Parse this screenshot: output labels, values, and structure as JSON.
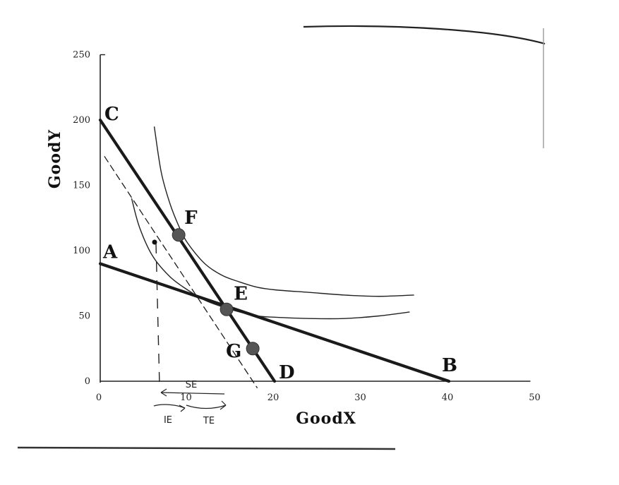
{
  "chart_data": {
    "type": "line",
    "xlabel": "GoodX",
    "ylabel": "GoodY",
    "xlim": [
      0,
      50
    ],
    "ylim": [
      0,
      250
    ],
    "xticks": [
      0,
      10,
      20,
      30,
      40,
      50
    ],
    "yticks": [
      0,
      50,
      100,
      150,
      200,
      250
    ],
    "grid": false,
    "budget_lines": [
      {
        "from": "A",
        "to": "B",
        "x": [
          0,
          40
        ],
        "y": [
          90,
          0
        ],
        "style": "solid-thick"
      },
      {
        "from": "C",
        "to": "D",
        "x": [
          0,
          20
        ],
        "y": [
          200,
          0
        ],
        "style": "solid-thick"
      },
      {
        "x": [
          0.5,
          18
        ],
        "y": [
          172,
          -5
        ],
        "style": "dashed"
      }
    ],
    "indifference_curves": [
      {
        "x": [
          6.2,
          7,
          8,
          9,
          10,
          12,
          14,
          16,
          18,
          20,
          24,
          28,
          32,
          36
        ],
        "y": [
          195,
          160,
          136,
          119,
          106,
          90,
          81,
          76,
          72,
          70,
          68,
          66,
          65,
          66
        ]
      },
      {
        "x": [
          3.6,
          4.5,
          6,
          8,
          10,
          12,
          14,
          16,
          18,
          20,
          24,
          28,
          32,
          35.5
        ],
        "y": [
          140,
          118,
          96,
          80,
          70,
          62,
          57,
          53,
          50,
          49,
          48,
          48,
          50,
          53
        ]
      }
    ],
    "points": [
      {
        "label": "A",
        "x": 0,
        "y": 90
      },
      {
        "label": "B",
        "x": 40,
        "y": 0
      },
      {
        "label": "C",
        "x": 0,
        "y": 200
      },
      {
        "label": "D",
        "x": 20,
        "y": 0
      },
      {
        "label": "E",
        "x": 14.5,
        "y": 55
      },
      {
        "label": "F",
        "x": 9,
        "y": 112
      },
      {
        "label": "G",
        "x": 17.5,
        "y": 25
      }
    ],
    "annotations": [
      {
        "text": "SE"
      },
      {
        "text": "IE"
      },
      {
        "text": "TE"
      }
    ]
  }
}
